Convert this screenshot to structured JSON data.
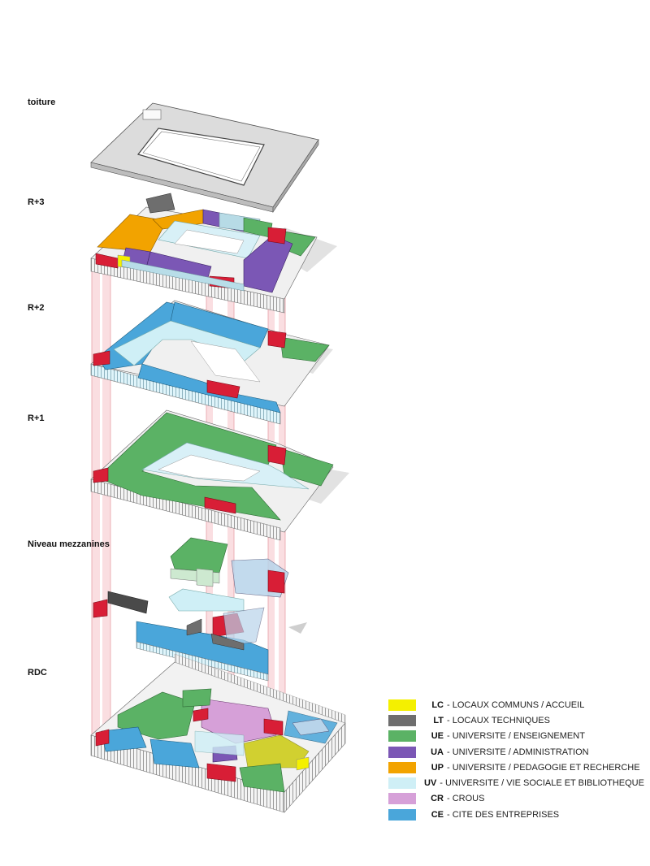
{
  "levels": {
    "toiture": "toiture",
    "r3": "R+3",
    "r2": "R+2",
    "r1": "R+1",
    "mezz": "Niveau mezzanines",
    "rdc": "RDC"
  },
  "colors": {
    "LC": "#f4f000",
    "LT": "#6e6e6e",
    "UE": "#5bb265",
    "UA": "#7b57b5",
    "UP": "#f2a300",
    "UV": "#cfeff6",
    "CR": "#d6a0d8",
    "CE": "#4aa6da",
    "red": "#d81e36",
    "roof": "#d8d8d8"
  },
  "legend": [
    {
      "code": "LC",
      "separator": " - ",
      "label": "LOCAUX COMMUNS / ACCUEIL",
      "color": "#f4f000"
    },
    {
      "code": "LT",
      "separator": " - ",
      "label": "LOCAUX TECHNIQUES",
      "color": "#6e6e6e"
    },
    {
      "code": "UE",
      "separator": " - ",
      "label": "UNIVERSITE / ENSEIGNEMENT",
      "color": "#5bb265"
    },
    {
      "code": "UA",
      "separator": " - ",
      "label": "UNIVERSITE / ADMINISTRATION",
      "color": "#7b57b5"
    },
    {
      "code": "UP",
      "separator": " - ",
      "label": "UNIVERSITE / PEDAGOGIE ET RECHERCHE",
      "color": "#f2a300"
    },
    {
      "code": "UV",
      "separator": " - ",
      "label": "UNIVERSITE / VIE SOCIALE ET BIBLIOTHEQUE",
      "color": "#cfeff6"
    },
    {
      "code": "CR",
      "separator": " - ",
      "label": "CROUS",
      "color": "#d6a0d8"
    },
    {
      "code": "CE",
      "separator": " - ",
      "label": "CITE DES ENTREPRISES",
      "color": "#4aa6da"
    }
  ]
}
